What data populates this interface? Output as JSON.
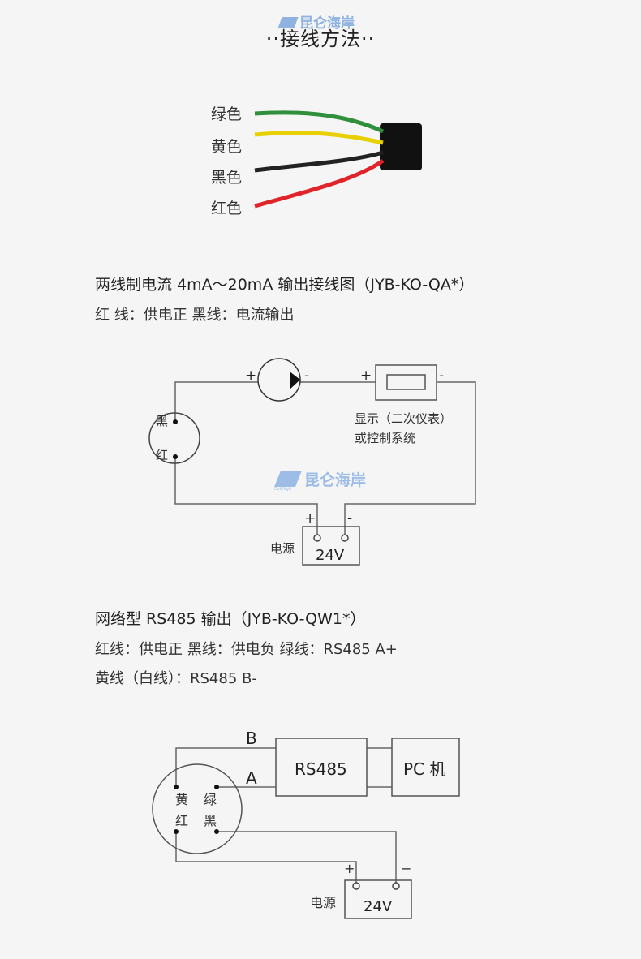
{
  "brand_watermark": "昆仑海岸",
  "brand_watermark_en": "CoilHigh",
  "title": "··接线方法··",
  "cable": {
    "wires": [
      {
        "label": "绿色",
        "color": "#2f8f3a"
      },
      {
        "label": "黄色",
        "color": "#e8d000"
      },
      {
        "label": "黑色",
        "color": "#222222"
      },
      {
        "label": "红色",
        "color": "#e0242a"
      }
    ]
  },
  "section1": {
    "heading": "两线制电流 4mA～20mA 输出接线图（JYB-KO-QA*）",
    "desc": "红 线：供电正 黑线：电流输出",
    "diagram": {
      "plus": "+",
      "minus": "-",
      "black": "黑",
      "red": "红",
      "display_label1": "显示（二次仪表）",
      "display_label2": "或控制系统",
      "power_label": "电源",
      "power_value": "24V"
    }
  },
  "section2": {
    "heading": "网络型 RS485 输出（JYB-KO-QW1*）",
    "desc1": "红线：供电正 黑线：供电负 绿线：RS485 A+",
    "desc2": "黄线（白线）：RS485 B-",
    "diagram": {
      "b": "B",
      "a": "A",
      "rs485": "RS485",
      "pc": "PC 机",
      "yellow": "黄",
      "green": "绿",
      "red": "红",
      "black": "黑",
      "plus": "+",
      "minus": "−",
      "power_label": "电源",
      "power_value": "24V"
    }
  }
}
